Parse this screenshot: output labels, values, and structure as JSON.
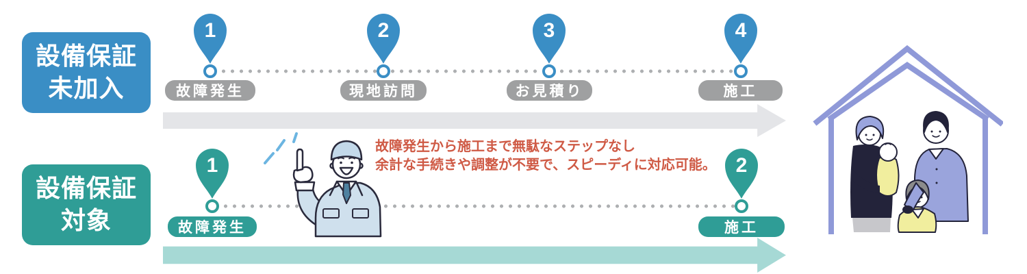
{
  "timelines": {
    "top": {
      "category": {
        "line1": "設備保証",
        "line2": "未加入"
      },
      "accent_color": "#3a8ec5",
      "step_bg_color": "#9fa0a1",
      "arrow_color": "#e4e5e8",
      "steps": [
        {
          "num": "1",
          "label": "故障発生"
        },
        {
          "num": "2",
          "label": "現地訪問"
        },
        {
          "num": "3",
          "label": "お見積り"
        },
        {
          "num": "4",
          "label": "施工"
        }
      ]
    },
    "bottom": {
      "category": {
        "line1": "設備保証",
        "line2": "対象"
      },
      "accent_color": "#2f9d96",
      "step_bg_color": "#2f9d96",
      "arrow_color": "#a6d9d5",
      "steps": [
        {
          "num": "1",
          "label": "故障発生"
        },
        {
          "num": "2",
          "label": "施工"
        }
      ],
      "annotation": {
        "line1": "故障発生から施工まで無駄なステップなし",
        "line2": "余計な手続きや調整が不要で、スピーディに対応可能。",
        "color": "#cf5a45"
      }
    }
  },
  "illustrations": {
    "worker": "pointing-worker-illustration",
    "house_family": "family-in-house-illustration"
  }
}
